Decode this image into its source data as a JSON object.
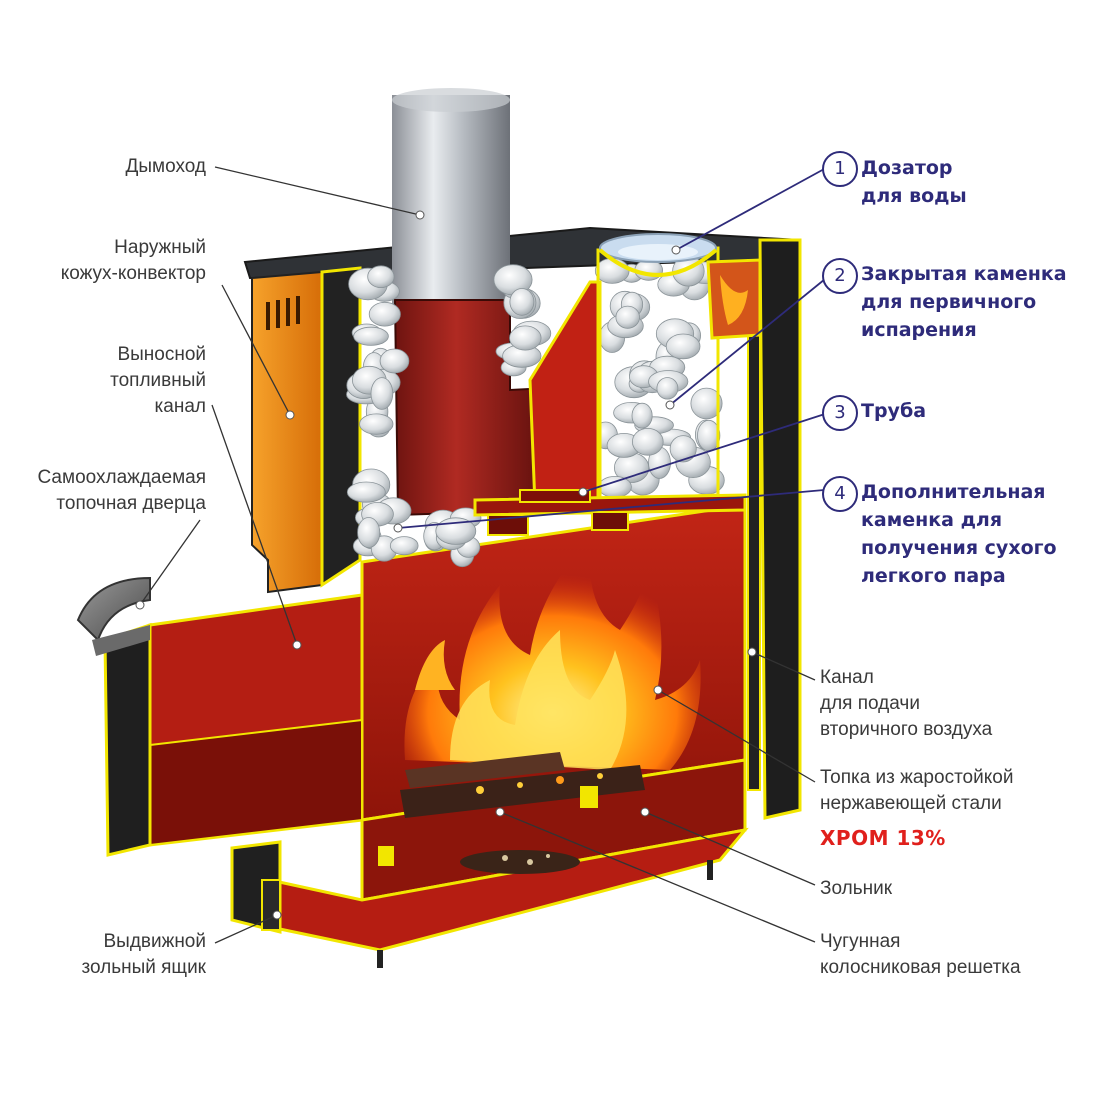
{
  "colors": {
    "accent_blue": "#2e2b7a",
    "label_gray": "#3a3a3a",
    "chrome_red": "#e0201c",
    "outline_yellow": "#f2e600",
    "interior_red": "#c42115",
    "casing_orange": "#f08a12"
  },
  "left_labels": {
    "chimney": "Дымоход",
    "outer_casing": "Наружный\nкожух-конвектор",
    "fuel_channel": "Выносной\nтопливный\nканал",
    "door": "Самоохлаждаемая\nтопочная дверца",
    "ash_drawer": "Выдвижной\nзольный ящик"
  },
  "numbered_labels": [
    {
      "num": "1",
      "text": "Дозатор\nдля воды"
    },
    {
      "num": "2",
      "text": "Закрытая каменка\nдля первичного\nиспарения"
    },
    {
      "num": "3",
      "text": "Труба"
    },
    {
      "num": "4",
      "text": "Дополнительная\nкаменка для\nполучения сухого\nлегкого пара"
    }
  ],
  "right_labels": {
    "secondary_air": "Канал\nдля подачи\nвторичного воздуха",
    "firebox": "Топка из жаростойкой\nнержавеющей стали",
    "chrome": "ХРОМ 13%",
    "ash_pit": "Зольник",
    "grate": "Чугунная\nколосниковая решетка"
  }
}
